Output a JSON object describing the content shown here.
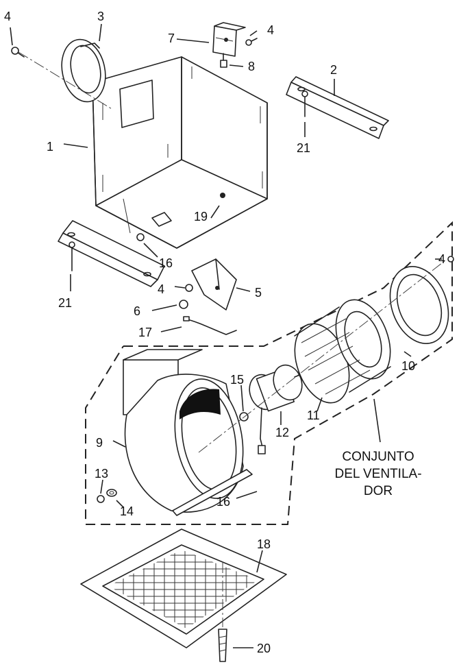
{
  "part_numbers": {
    "p1": "1",
    "p2": "2",
    "p3": "3",
    "p4a": "4",
    "p4b": "4",
    "p4c": "4",
    "p4d": "4",
    "p5": "5",
    "p6": "6",
    "p7": "7",
    "p8": "8",
    "p9": "9",
    "p10": "10",
    "p11": "11",
    "p12": "12",
    "p13": "13",
    "p14": "14",
    "p15": "15",
    "p16a": "16",
    "p16b": "16",
    "p17": "17",
    "p18": "18",
    "p19": "19",
    "p20": "20",
    "p21a": "21",
    "p21b": "21"
  },
  "assembly_label": {
    "line1": "CONJUNTO",
    "line2": "DEL VENTILA-",
    "line3": "DOR"
  }
}
